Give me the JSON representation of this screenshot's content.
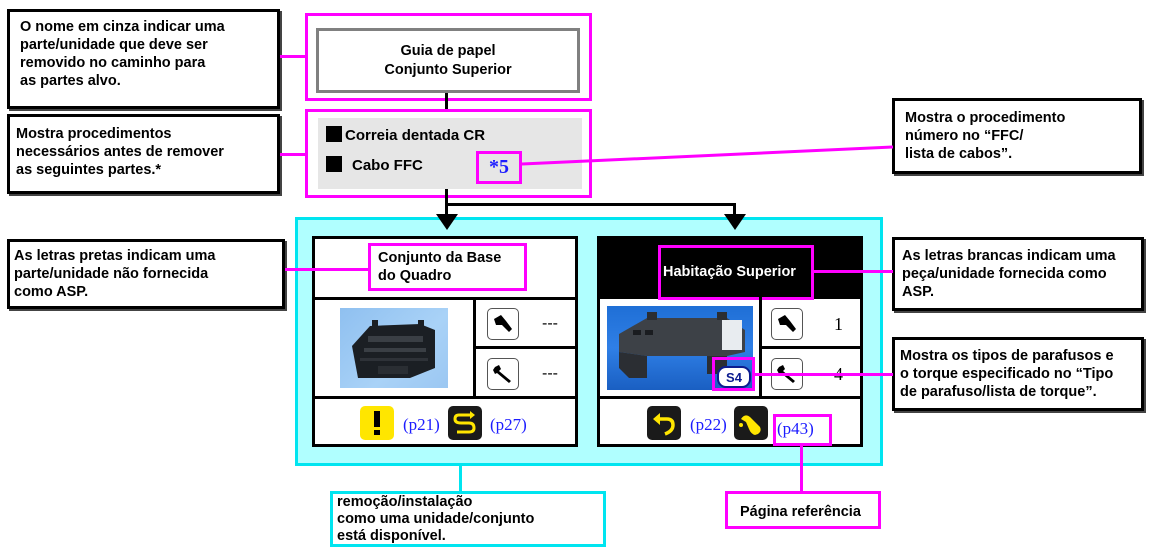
{
  "notes": {
    "gray_name": [
      "O nome em cinza indicar uma",
      "parte/unidade que deve ser",
      "removido no caminho para",
      "as partes alvo."
    ],
    "procedures_before": [
      "Mostra procedimentos",
      "necessários antes de remover",
      "as seguintes partes.*"
    ],
    "ffc_number": [
      "Mostra o procedimento",
      "número no “FFC/",
      "lista de cabos”."
    ],
    "black_letters": [
      "As letras pretas indicam uma",
      "parte/unidade não fornecida",
      "como ASP."
    ],
    "white_letters": [
      "As letras brancas indicam uma",
      "peça/unidade fornecida como",
      "ASP."
    ],
    "screw_types": [
      "Mostra os tipos de parafusos e",
      "o torque especificado no “Tipo",
      "de parafuso/lista de torque”."
    ],
    "unit_removal": [
      "remoção/instalação",
      "como uma unidade/conjunto",
      "está disponível."
    ],
    "reference_page": "Página referência"
  },
  "top_part": {
    "name_lines": [
      "Guia de papel",
      "Conjunto Superior"
    ],
    "color": "#808080"
  },
  "prerequisites": {
    "items": [
      {
        "label": "Correia dentada CR"
      },
      {
        "label": "Cabo FFC",
        "ref": "*5"
      }
    ]
  },
  "units": [
    {
      "name_lines": [
        "Conjunto da Base",
        "do Quadro"
      ],
      "asp": false,
      "photo": "frame-base-photo",
      "screw_count": "---",
      "torque_count": "---",
      "footer": [
        {
          "icon": "caution-icon",
          "page": "(p21)"
        },
        {
          "icon": "routing-icon",
          "page": "(p27)"
        }
      ]
    },
    {
      "name_lines": [
        "Habitação Superior"
      ],
      "asp": true,
      "photo": "upper-housing-photo",
      "screw_badge": "S4",
      "screw_count": "1",
      "torque_count": "4",
      "footer": [
        {
          "icon": "reassembly-icon",
          "page": "(p22)"
        },
        {
          "icon": "lubrication-icon",
          "page": "(p43)"
        }
      ]
    }
  ],
  "colors": {
    "callout": "#ff00ff",
    "unit_frame": "#00e5f0",
    "unit_frame_fill": "#b0ffff",
    "page_link": "#1c1cff",
    "prereq_fill": "#e6e6e6"
  }
}
